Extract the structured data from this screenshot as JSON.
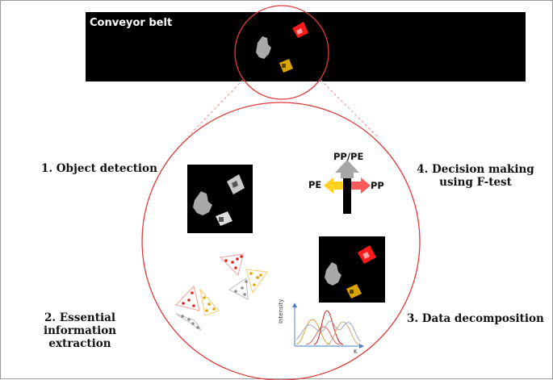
{
  "conveyor": {
    "label": "Conveyor belt"
  },
  "steps": {
    "object_detection": "1. Object detection",
    "info_extraction": [
      "2. Essential information",
      "extraction"
    ],
    "data_decomposition": "3. Data decomposition",
    "decision_making": [
      "4. Decision making",
      "using F-test"
    ]
  },
  "decision": {
    "up": "PP/PE",
    "left": "PE",
    "right": "PP"
  },
  "plot": {
    "x_label": "K",
    "y_label": "Intensity"
  },
  "colors": {
    "circle": "#e03a3a",
    "red_object": "#ff1a1a",
    "yellow_object": "#d9a400",
    "gray_object": "#a9a9a9",
    "arrow_up": "#a6a6a6",
    "arrow_left": "#ffd21f",
    "arrow_right": "#ff5a5a"
  }
}
